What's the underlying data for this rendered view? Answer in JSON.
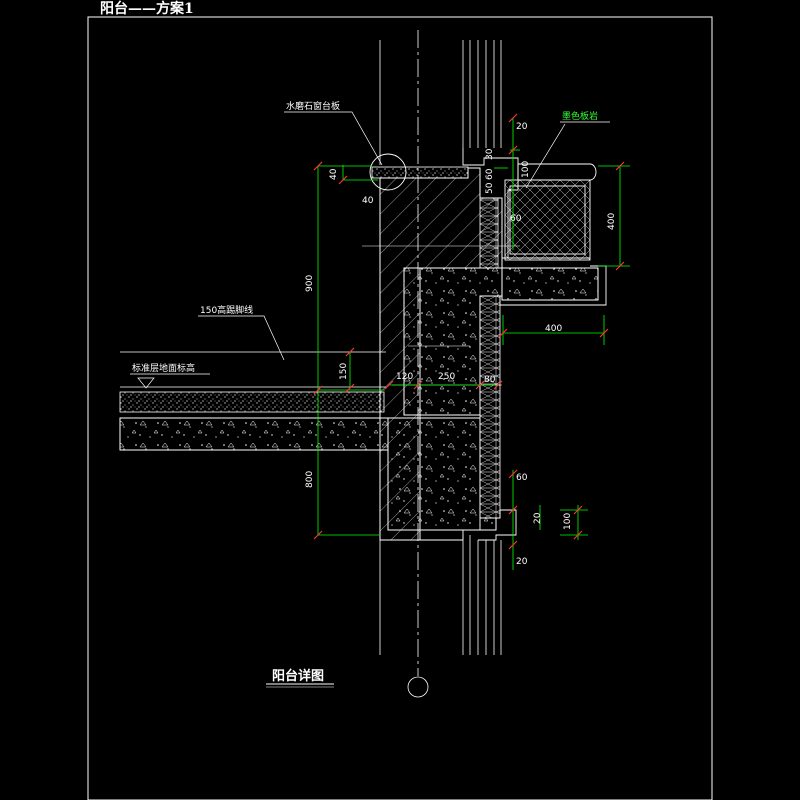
{
  "drawing": {
    "sheet_title": "阳台——方案1",
    "caption": "阳台详图"
  },
  "notes": {
    "sill": "水磨石窗台板",
    "tile": "墨色板岩",
    "skirting": "150高踢脚线",
    "floor_level": "标准层地面标高"
  },
  "dims": {
    "d20_top": "20",
    "d30": "30",
    "d60_a": "60",
    "d100_a": "100",
    "d50": "50",
    "d40_a": "40",
    "d40_b": "40",
    "d60_b": "60",
    "d900": "900",
    "d400_v": "400",
    "d400_h": "400",
    "d150": "150",
    "d120": "120",
    "d250": "250",
    "d80": "80",
    "d800": "800",
    "d60_c": "60",
    "d20_mid": "20",
    "d100_b": "100",
    "d20_bottom": "20"
  },
  "colors": {
    "line": "#ffffff",
    "dimension": "#00ff00",
    "tick": "#ff3333",
    "accent": "#33ff33",
    "background": "#000000"
  }
}
